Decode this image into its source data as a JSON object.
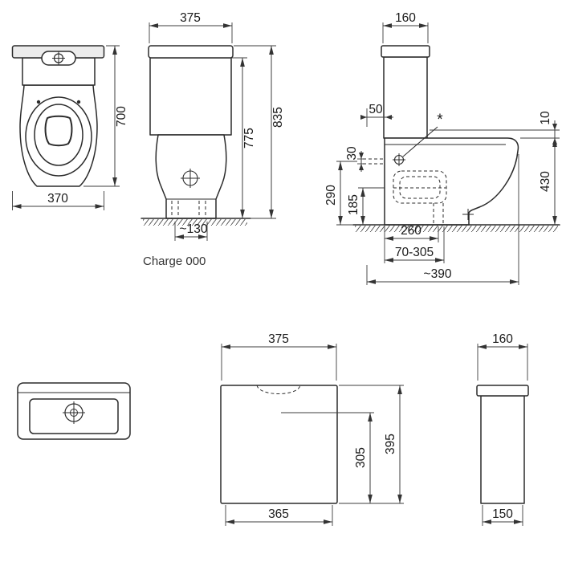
{
  "labels": {
    "model": "Charge 000",
    "footnote": "*"
  },
  "dimensions": {
    "front": {
      "height": "700",
      "width": "370"
    },
    "side": {
      "width": "375",
      "bowl_height": "775",
      "total_height": "835",
      "outlet_offset": "~130"
    },
    "installation": {
      "cistern_depth": "160",
      "wall_gap": "50",
      "lid_gap": "10",
      "supply_gap": "30",
      "supply_height": "290",
      "outlet_height": "185",
      "rim_height": "430",
      "outlet_distance": "260",
      "connection_range": "70-305",
      "total_depth": "~390"
    },
    "cistern_front": {
      "top_width": "375",
      "button_depth": "305",
      "height": "395",
      "bottom_width": "365"
    },
    "cistern_side": {
      "top_depth": "160",
      "bottom_depth": "150"
    }
  },
  "colors": {
    "outline": "#2b2b2b",
    "dimension": "#3c3c3c",
    "text": "#1a1a1a"
  }
}
